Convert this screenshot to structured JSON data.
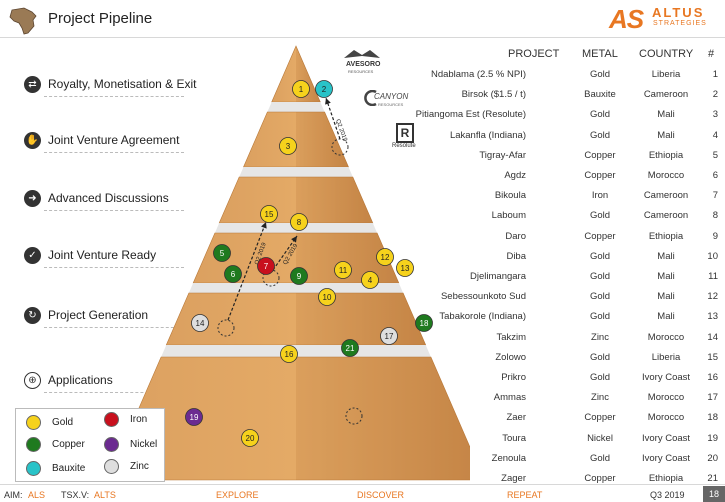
{
  "header": {
    "title": "Project Pipeline",
    "logo_main": "AS",
    "logo_line1": "ALTUS",
    "logo_line2": "STRATEGIES"
  },
  "partners": {
    "avesoro_line1": "AVESORO",
    "avesoro_line2": "RESOURCES",
    "canyon_line1": "CANYON",
    "canyon_line2": "RESOURCES",
    "resolute": "Resolute"
  },
  "stages": [
    {
      "label": "Royalty, Monetisation & Exit",
      "icon": "shuffle-icon",
      "glyph": "⇄"
    },
    {
      "label": "Joint Venture Agreement",
      "icon": "handshake-icon",
      "glyph": "✋"
    },
    {
      "label": "Advanced Discussions",
      "icon": "arrow-right-icon",
      "glyph": "➜"
    },
    {
      "label": "Joint Venture Ready",
      "icon": "check-icon",
      "glyph": "✓"
    },
    {
      "label": "Project Generation",
      "icon": "refresh-icon",
      "glyph": "↻"
    },
    {
      "label": "Applications",
      "icon": "globe-icon",
      "glyph": "⊕"
    }
  ],
  "table": {
    "headers": {
      "project": "PROJECT",
      "metal": "METAL",
      "country": "COUNTRY",
      "num": "#"
    },
    "rows": [
      {
        "project": "Ndablama (2.5 % NPI)",
        "metal": "Gold",
        "country": "Liberia",
        "num": "1"
      },
      {
        "project": "Birsok ($1.5 / t)",
        "metal": "Bauxite",
        "country": "Cameroon",
        "num": "2"
      },
      {
        "project": "Pitiangoma Est (Resolute)",
        "metal": "Gold",
        "country": "Mali",
        "num": "3"
      },
      {
        "project": "Lakanfla (Indiana)",
        "metal": "Gold",
        "country": "Mali",
        "num": "4"
      },
      {
        "project": "Tigray-Afar",
        "metal": "Copper",
        "country": "Ethiopia",
        "num": "5"
      },
      {
        "project": "Agdz",
        "metal": "Copper",
        "country": "Morocco",
        "num": "6"
      },
      {
        "project": "Bikoula",
        "metal": "Iron",
        "country": "Cameroon",
        "num": "7"
      },
      {
        "project": "Laboum",
        "metal": "Gold",
        "country": "Cameroon",
        "num": "8"
      },
      {
        "project": "Daro",
        "metal": "Copper",
        "country": "Ethiopia",
        "num": "9"
      },
      {
        "project": "Diba",
        "metal": "Gold",
        "country": "Mali",
        "num": "10"
      },
      {
        "project": "Djelimangara",
        "metal": "Gold",
        "country": "Mali",
        "num": "11"
      },
      {
        "project": "Sebessounkoto Sud",
        "metal": "Gold",
        "country": "Mali",
        "num": "12"
      },
      {
        "project": "Tabakorole (Indiana)",
        "metal": "Gold",
        "country": "Mali",
        "num": "13"
      },
      {
        "project": "Takzim",
        "metal": "Zinc",
        "country": "Morocco",
        "num": "14"
      },
      {
        "project": "Zolowo",
        "metal": "Gold",
        "country": "Liberia",
        "num": "15"
      },
      {
        "project": "Prikro",
        "metal": "Gold",
        "country": "Ivory Coast",
        "num": "16"
      },
      {
        "project": "Ammas",
        "metal": "Zinc",
        "country": "Morocco",
        "num": "17"
      },
      {
        "project": "Zaer",
        "metal": "Copper",
        "country": "Morocco",
        "num": "18"
      },
      {
        "project": "Toura",
        "metal": "Nickel",
        "country": "Ivory Coast",
        "num": "19"
      },
      {
        "project": "Zenoula",
        "metal": "Gold",
        "country": "Ivory Coast",
        "num": "20"
      },
      {
        "project": "Zager",
        "metal": "Copper",
        "country": "Ethiopia",
        "num": "21"
      }
    ]
  },
  "markers": [
    {
      "num": "1",
      "metal": "gold"
    },
    {
      "num": "2",
      "metal": "bauxite"
    },
    {
      "num": "3",
      "metal": "gold"
    },
    {
      "num": "15",
      "metal": "gold"
    },
    {
      "num": "8",
      "metal": "gold"
    },
    {
      "num": "5",
      "metal": "copper"
    },
    {
      "num": "6",
      "metal": "copper"
    },
    {
      "num": "7",
      "metal": "iron"
    },
    {
      "num": "9",
      "metal": "copper"
    },
    {
      "num": "11",
      "metal": "gold"
    },
    {
      "num": "12",
      "metal": "gold"
    },
    {
      "num": "13",
      "metal": "gold"
    },
    {
      "num": "4",
      "metal": "gold"
    },
    {
      "num": "10",
      "metal": "gold"
    },
    {
      "num": "14",
      "metal": "zinc"
    },
    {
      "num": "17",
      "metal": "zinc"
    },
    {
      "num": "18",
      "metal": "copper"
    },
    {
      "num": "21",
      "metal": "copper"
    },
    {
      "num": "16",
      "metal": "gold"
    },
    {
      "num": "19",
      "metal": "nickel"
    },
    {
      "num": "20",
      "metal": "gold"
    }
  ],
  "arrow_labels": {
    "a": "Q2 2019",
    "b": "Q2 2019",
    "c": "Q2 2019",
    "d": "Q2 2019"
  },
  "legend": [
    {
      "label": "Gold",
      "color": "#f6d21c"
    },
    {
      "label": "Iron",
      "color": "#c8101d"
    },
    {
      "label": "Copper",
      "color": "#1f7a1f"
    },
    {
      "label": "Nickel",
      "color": "#6b2b90"
    },
    {
      "label": "Bauxite",
      "color": "#29c3c8"
    },
    {
      "label": "Zinc",
      "color": "#dedede"
    }
  ],
  "colors": {
    "gold": "#f6d21c",
    "iron": "#c8101d",
    "copper": "#1f7a1f",
    "nickel": "#6b2b90",
    "bauxite": "#29c3c8",
    "zinc": "#dedede",
    "pyramid": "#e2a25c",
    "pyramid_dark": "#c88440",
    "accent": "#e87722"
  },
  "footer": {
    "aim_prefix": "AIM:",
    "aim_ticker": "ALS",
    "tsx_prefix": "TSX.V:",
    "tsx_ticker": "ALTS",
    "nav1": "EXPLORE",
    "nav2": "DISCOVER",
    "nav3": "REPEAT",
    "date": "Q3 2019",
    "page": "18"
  }
}
